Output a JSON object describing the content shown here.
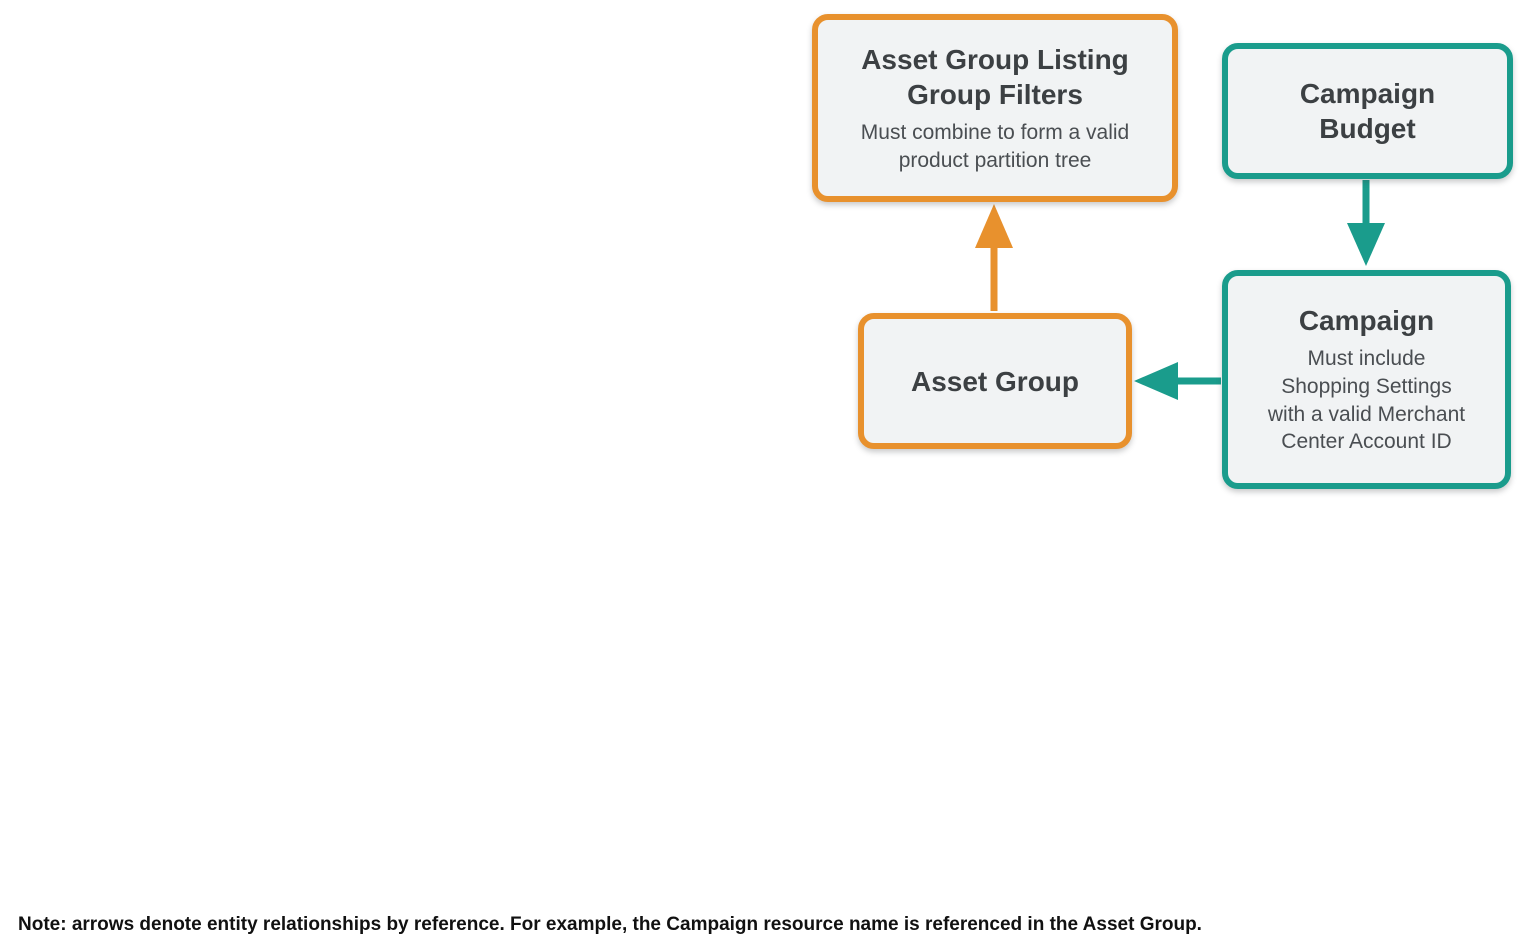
{
  "palette": {
    "orange_accent": "#E8912D",
    "teal_accent": "#1A9C8C",
    "box_fill": "#F1F3F4",
    "title_text": "#3C4043",
    "body_text": "#4A4E52",
    "note_text": "#111111",
    "background": "#FFFFFF"
  },
  "nodes": {
    "listing_filters": {
      "title": "Asset Group Listing\nGroup Filters",
      "subtitle": "Must combine to form a valid\nproduct partition tree",
      "accent": "#E8912D"
    },
    "campaign_budget": {
      "title": "Campaign\nBudget",
      "accent": "#1A9C8C"
    },
    "asset_group": {
      "title": "Asset Group",
      "accent": "#E8912D"
    },
    "campaign": {
      "title": "Campaign",
      "subtitle": "Must include\nShopping Settings\nwith a valid Merchant\nCenter Account ID",
      "accent": "#1A9C8C"
    }
  },
  "edges": [
    {
      "from": "asset_group",
      "to": "listing_filters",
      "color": "#E8912D",
      "direction": "up"
    },
    {
      "from": "campaign_budget",
      "to": "campaign",
      "color": "#1A9C8C",
      "direction": "down"
    },
    {
      "from": "campaign",
      "to": "asset_group",
      "color": "#1A9C8C",
      "direction": "left"
    }
  ],
  "note": "Note: arrows denote entity relationships by reference. For example, the Campaign resource name is referenced in the Asset Group."
}
